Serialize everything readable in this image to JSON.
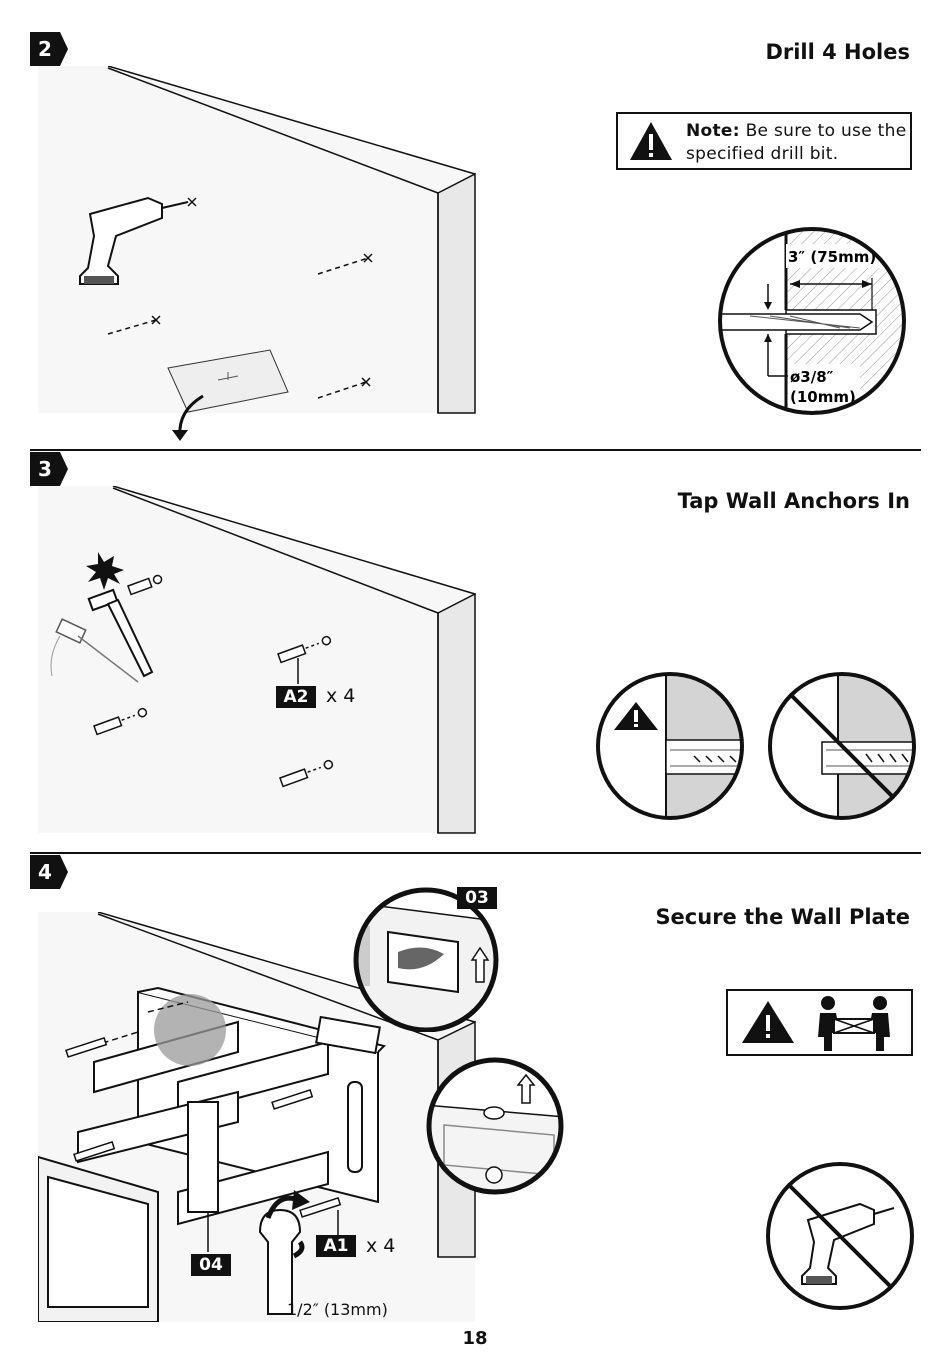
{
  "steps": [
    {
      "number": "2",
      "title": "Drill 4 Holes"
    },
    {
      "number": "3",
      "title": "Tap Wall Anchors In"
    },
    {
      "number": "4",
      "title": "Secure the Wall Plate"
    }
  ],
  "note": {
    "label": "Note:",
    "text_line1": " Be sure to use the",
    "text_line2": "specified drill bit."
  },
  "drill_detail": {
    "depth": "3″ (75mm)",
    "diameter_line1": "ø3/8″",
    "diameter_line2": "(10mm)"
  },
  "anchors": {
    "tag": "A2",
    "qty": "x 4"
  },
  "lag_bolts": {
    "tag": "A1",
    "qty": "x 4"
  },
  "parts": {
    "detail_tag": "03",
    "arm_tag": "04"
  },
  "wrench": {
    "size": "1/2″ (13mm)"
  },
  "page_number": "18",
  "colors": {
    "ink": "#111111",
    "wall": "#f7f7f7",
    "wall_edge": "#e6e6e6",
    "grey_fill": "#d4d4d4"
  }
}
